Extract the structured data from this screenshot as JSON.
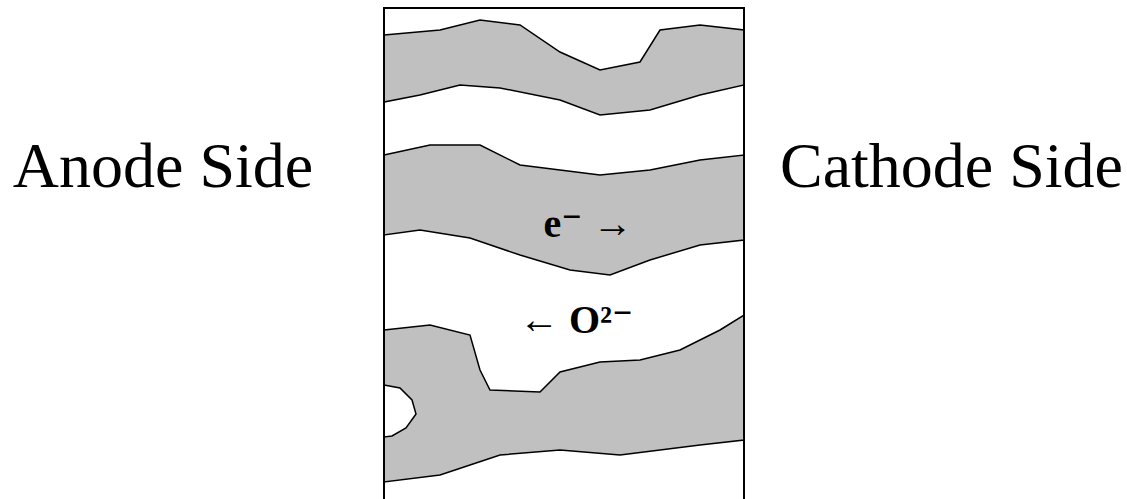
{
  "diagram": {
    "labels": [
      "Anode Side",
      "Cathode Side",
      "e⁻ →",
      "← O²⁻"
    ]
  }
}
